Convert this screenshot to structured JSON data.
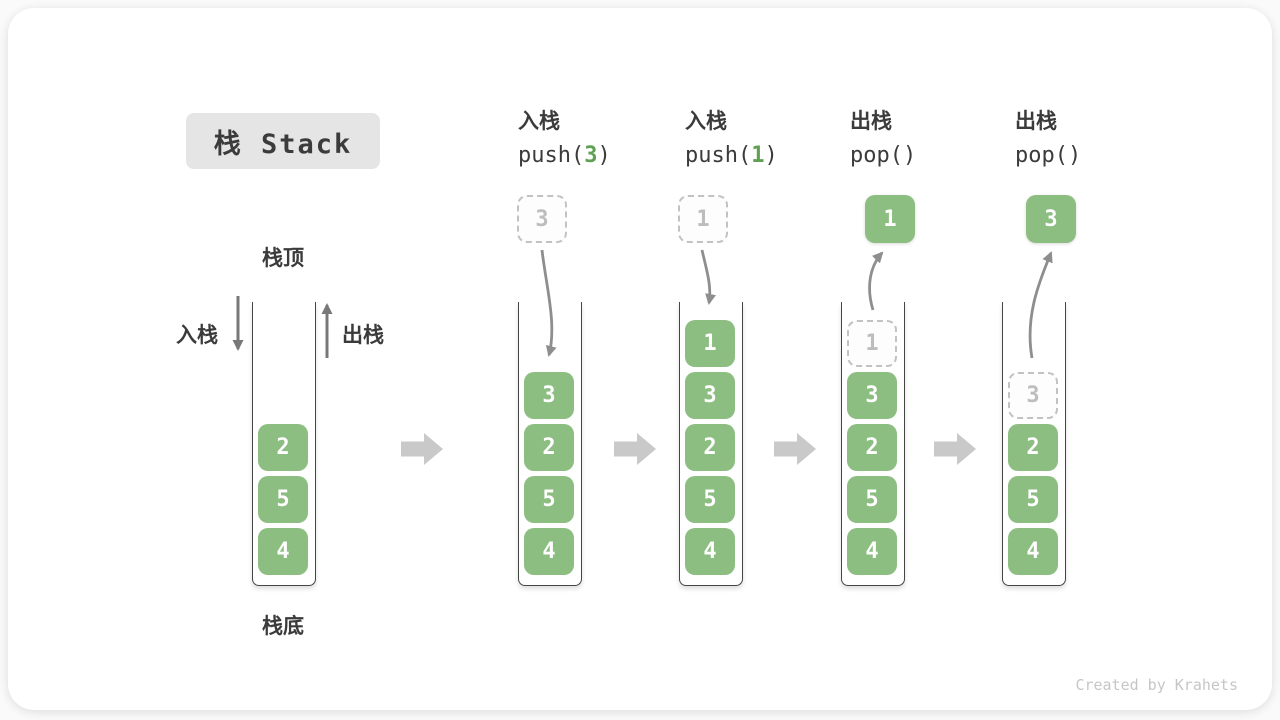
{
  "title": "栈 Stack",
  "labels": {
    "stack_top": "栈顶",
    "stack_bottom": "栈底",
    "push_side": "入栈",
    "pop_side": "出栈"
  },
  "watermark": "Created by Krahets",
  "colors": {
    "block_green": "#8CBE82",
    "accent_green": "#5FA053",
    "dark_text": "#3b3b3b",
    "ghost_gray": "#bdbdbd",
    "arrow_gray": "#8e8e8e",
    "big_arrow_gray": "#c9c9c9",
    "title_box_bg": "#e5e5e5"
  },
  "operations": [
    {
      "name": "入栈",
      "call_prefix": "push(",
      "arg": "3",
      "call_suffix": ")"
    },
    {
      "name": "入栈",
      "call_prefix": "push(",
      "arg": "1",
      "call_suffix": ")"
    },
    {
      "name": "出栈",
      "call_prefix": "pop(",
      "arg": "",
      "call_suffix": ")"
    },
    {
      "name": "出栈",
      "call_prefix": "pop(",
      "arg": "",
      "call_suffix": ")"
    }
  ],
  "stages": [
    {
      "floating": null,
      "blocks": [
        {
          "v": "2",
          "row": 2
        },
        {
          "v": "5",
          "row": 3
        },
        {
          "v": "4",
          "row": 4
        }
      ]
    },
    {
      "floating": {
        "v": "3",
        "kind": "dashed"
      },
      "blocks": [
        {
          "v": "3",
          "row": 1
        },
        {
          "v": "2",
          "row": 2
        },
        {
          "v": "5",
          "row": 3
        },
        {
          "v": "4",
          "row": 4
        }
      ]
    },
    {
      "floating": {
        "v": "1",
        "kind": "dashed"
      },
      "blocks": [
        {
          "v": "1",
          "row": 0
        },
        {
          "v": "3",
          "row": 1
        },
        {
          "v": "2",
          "row": 2
        },
        {
          "v": "5",
          "row": 3
        },
        {
          "v": "4",
          "row": 4
        }
      ]
    },
    {
      "floating": {
        "v": "1",
        "kind": "green"
      },
      "blocks": [
        {
          "v": "1",
          "row": 0,
          "ghost": true
        },
        {
          "v": "3",
          "row": 1
        },
        {
          "v": "2",
          "row": 2
        },
        {
          "v": "5",
          "row": 3
        },
        {
          "v": "4",
          "row": 4
        }
      ]
    },
    {
      "floating": {
        "v": "3",
        "kind": "green"
      },
      "blocks": [
        {
          "v": "3",
          "row": 1,
          "ghost": true
        },
        {
          "v": "2",
          "row": 2
        },
        {
          "v": "5",
          "row": 3
        },
        {
          "v": "4",
          "row": 4
        }
      ]
    }
  ]
}
